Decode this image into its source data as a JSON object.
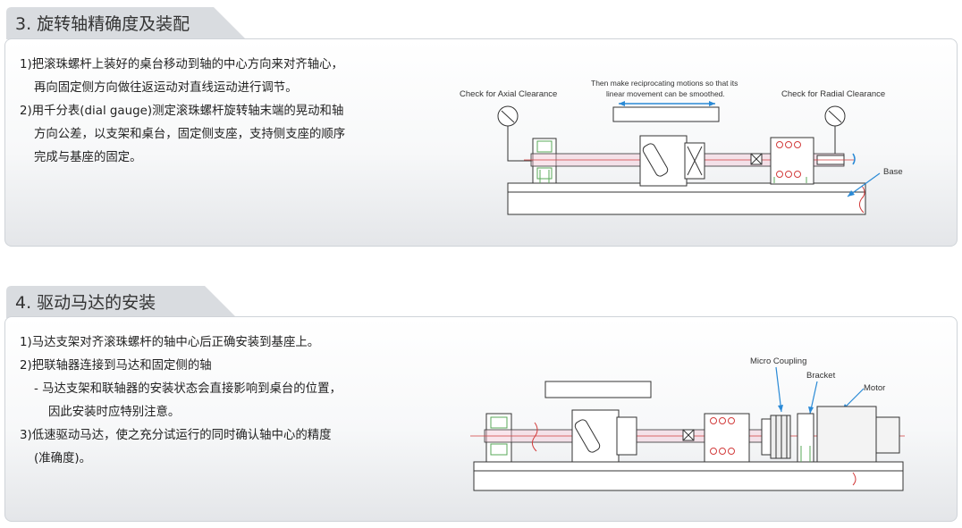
{
  "section3": {
    "title": "3. 旋转轴精确度及装配",
    "steps": [
      "1)把滚珠螺杆上装好的桌台移动到轴的中心方向来对齐轴心，",
      "再向固定侧方向做往返运动对直线运动进行调节。",
      "2)用千分表(dial gauge)测定滚珠螺杆旋转轴末端的晃动和轴",
      "方向公差，以支架和桌台，固定侧支座，支持侧支座的顺序",
      "完成与基座的固定。"
    ],
    "diagram": {
      "check_axial": "Check for Axial Clearance",
      "check_radial": "Check for Radial Clearance",
      "note_line1": "Then make reciprocating motions so that its",
      "note_line2": "linear movement can be smoothed.",
      "base": "Base"
    }
  },
  "section4": {
    "title": "4. 驱动马达的安装",
    "steps": [
      "1)马达支架对齐滚珠螺杆的轴中心后正确安装到基座上。",
      "2)把联轴器连接到马达和固定侧的轴",
      "- 马达支架和联轴器的安装状态会直接影响到桌台的位置，",
      "因此安装时应特别注意。",
      "3)低速驱动马达，使之充分试运行的同时确认轴中心的精度",
      "(准确度)。"
    ],
    "diagram": {
      "micro_coupling": "Micro Coupling",
      "bracket": "Bracket",
      "motor": "Motor"
    }
  },
  "colors": {
    "tab_fill": "#d9dce0",
    "panel_border": "#cfd3d8",
    "axis_red": "#d23c3c",
    "shaft_pink": "#f2c6d4",
    "arrow_blue": "#2a8ad6",
    "bearing_green": "#5aa85a"
  }
}
